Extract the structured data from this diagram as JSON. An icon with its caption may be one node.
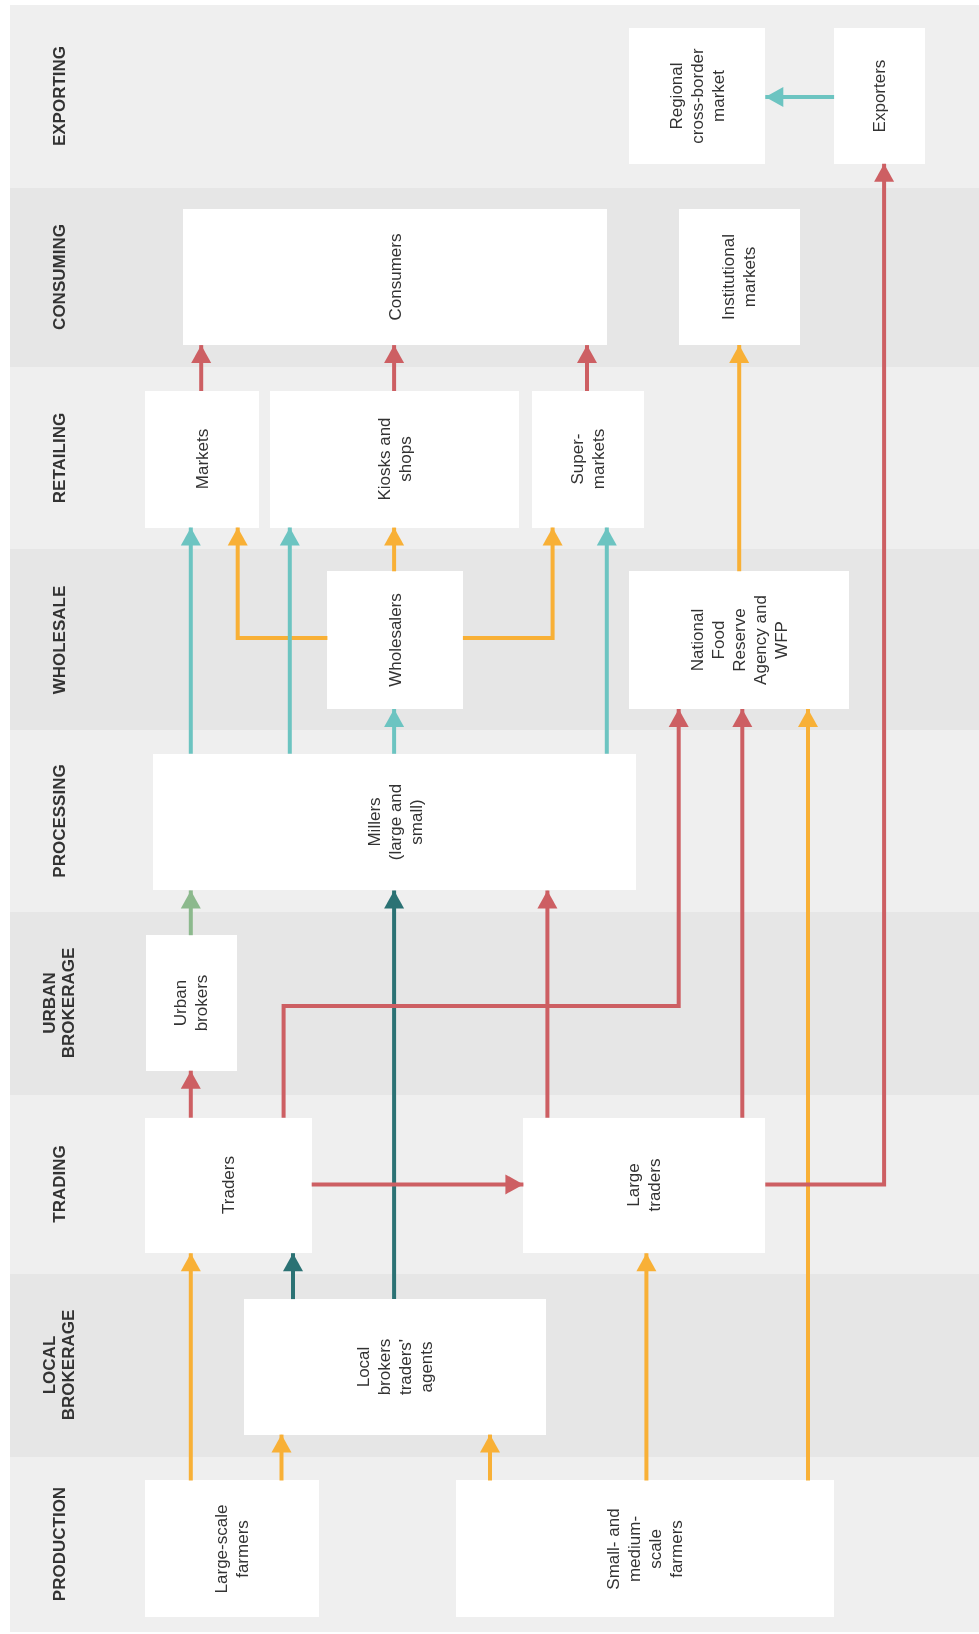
{
  "diagram": {
    "nodes": [
      {
        "text": [
          "EXPORTING"
        ]
      },
      {
        "text": [
          "Regional cross-border market"
        ],
        "in": 0
      },
      {
        "text": [
          "Exporters"
        ],
        "in": 0
      },
      {
        "text": [
          "CONSUMING"
        ]
      },
      {
        "text": [
          "Consumers"
        ],
        "in": 3
      },
      {
        "text": [
          "Institutional markets"
        ],
        "in": 3
      },
      {
        "text": [
          "RETAILING"
        ]
      },
      {
        "text": [
          "Markets"
        ],
        "in": 6
      },
      {
        "text": [
          "Kiosks and shops"
        ],
        "in": 6
      },
      {
        "text": [
          "Super- markets"
        ],
        "in": 6
      },
      {
        "text": [
          "WHOLESALE"
        ]
      },
      {
        "text": [
          "Wholesalers"
        ],
        "in": 10
      },
      {
        "text": [
          "National Food Reserve Agency and WFP"
        ],
        "in": 10
      },
      {
        "text": [
          "PROCESSING"
        ]
      },
      {
        "text": [
          "Millers (large and small)"
        ],
        "in": 13
      },
      {
        "text": [
          "URBAN BROKERAGE"
        ]
      },
      {
        "text": [
          "Urban brokers"
        ],
        "in": 15
      },
      {
        "text": [
          "TRADING"
        ]
      },
      {
        "text": [
          "Traders"
        ],
        "in": 17
      },
      {
        "text": [
          "Large traders"
        ],
        "in": 17
      },
      {
        "text": [
          "LOCAL BROKERAGE"
        ]
      },
      {
        "text": [
          "Local brokers traders' agents"
        ],
        "in": 20
      },
      {
        "text": [
          "PRODUCTION"
        ]
      },
      {
        "text": [
          "Large-scale farmers"
        ],
        "in": 22
      },
      {
        "text": [
          "Small- and medium-scale farmers"
        ],
        "in": 22
      }
    ],
    "edges": [
      {
        "from": 23,
        "to": 18,
        "arrow": "to",
        "color": "#f8b036"
      },
      {
        "from": 23,
        "to": 21,
        "arrow": "to",
        "color": "#f8b036"
      },
      {
        "from": 24,
        "to": 21,
        "arrow": "to",
        "color": "#f8b036"
      },
      {
        "from": 24,
        "to": 19,
        "arrow": "to",
        "color": "#f8b036"
      },
      {
        "from": 24,
        "to": 12,
        "arrow": "to",
        "color": "#f8b036"
      },
      {
        "from": 11,
        "to": 7,
        "arrow": "to",
        "color": "#f8b036"
      },
      {
        "from": 11,
        "to": 8,
        "arrow": "to",
        "color": "#f8b036"
      },
      {
        "from": 11,
        "to": 9,
        "arrow": "to",
        "color": "#f8b036"
      },
      {
        "from": 12,
        "to": 5,
        "arrow": "to",
        "color": "#f8b036"
      },
      {
        "from": 21,
        "to": 18,
        "arrow": "to",
        "color": "#2b7274"
      },
      {
        "from": 21,
        "to": 14,
        "arrow": "to",
        "color": "#2b7274"
      },
      {
        "from": 16,
        "to": 14,
        "arrow": "to",
        "color": "#8cb98d"
      },
      {
        "from": 18,
        "to": 16,
        "arrow": "to",
        "color": "#cd5f63"
      },
      {
        "from": 18,
        "to": 12,
        "arrow": "to",
        "color": "#cd5f63"
      },
      {
        "from": 18,
        "to": 19,
        "arrow": "to",
        "color": "#cd5f63"
      },
      {
        "from": 19,
        "to": 14,
        "arrow": "to",
        "color": "#cd5f63"
      },
      {
        "from": 19,
        "to": 12,
        "arrow": "to",
        "color": "#cd5f63"
      },
      {
        "from": 19,
        "to": 2,
        "arrow": "to",
        "color": "#cd5f63"
      },
      {
        "from": 7,
        "to": 4,
        "arrow": "to",
        "color": "#cd5f63"
      },
      {
        "from": 8,
        "to": 4,
        "arrow": "to",
        "color": "#cd5f63"
      },
      {
        "from": 9,
        "to": 4,
        "arrow": "to",
        "color": "#cd5f63"
      },
      {
        "from": 14,
        "to": 7,
        "arrow": "to",
        "color": "#6cc4c1"
      },
      {
        "from": 14,
        "to": 8,
        "arrow": "to",
        "color": "#6cc4c1"
      },
      {
        "from": 14,
        "to": 11,
        "arrow": "to",
        "color": "#6cc4c1"
      },
      {
        "from": 14,
        "to": 9,
        "arrow": "to",
        "color": "#6cc4c1"
      },
      {
        "from": 2,
        "to": 1,
        "arrow": "to",
        "color": "#6cc4c1"
      }
    ]
  }
}
